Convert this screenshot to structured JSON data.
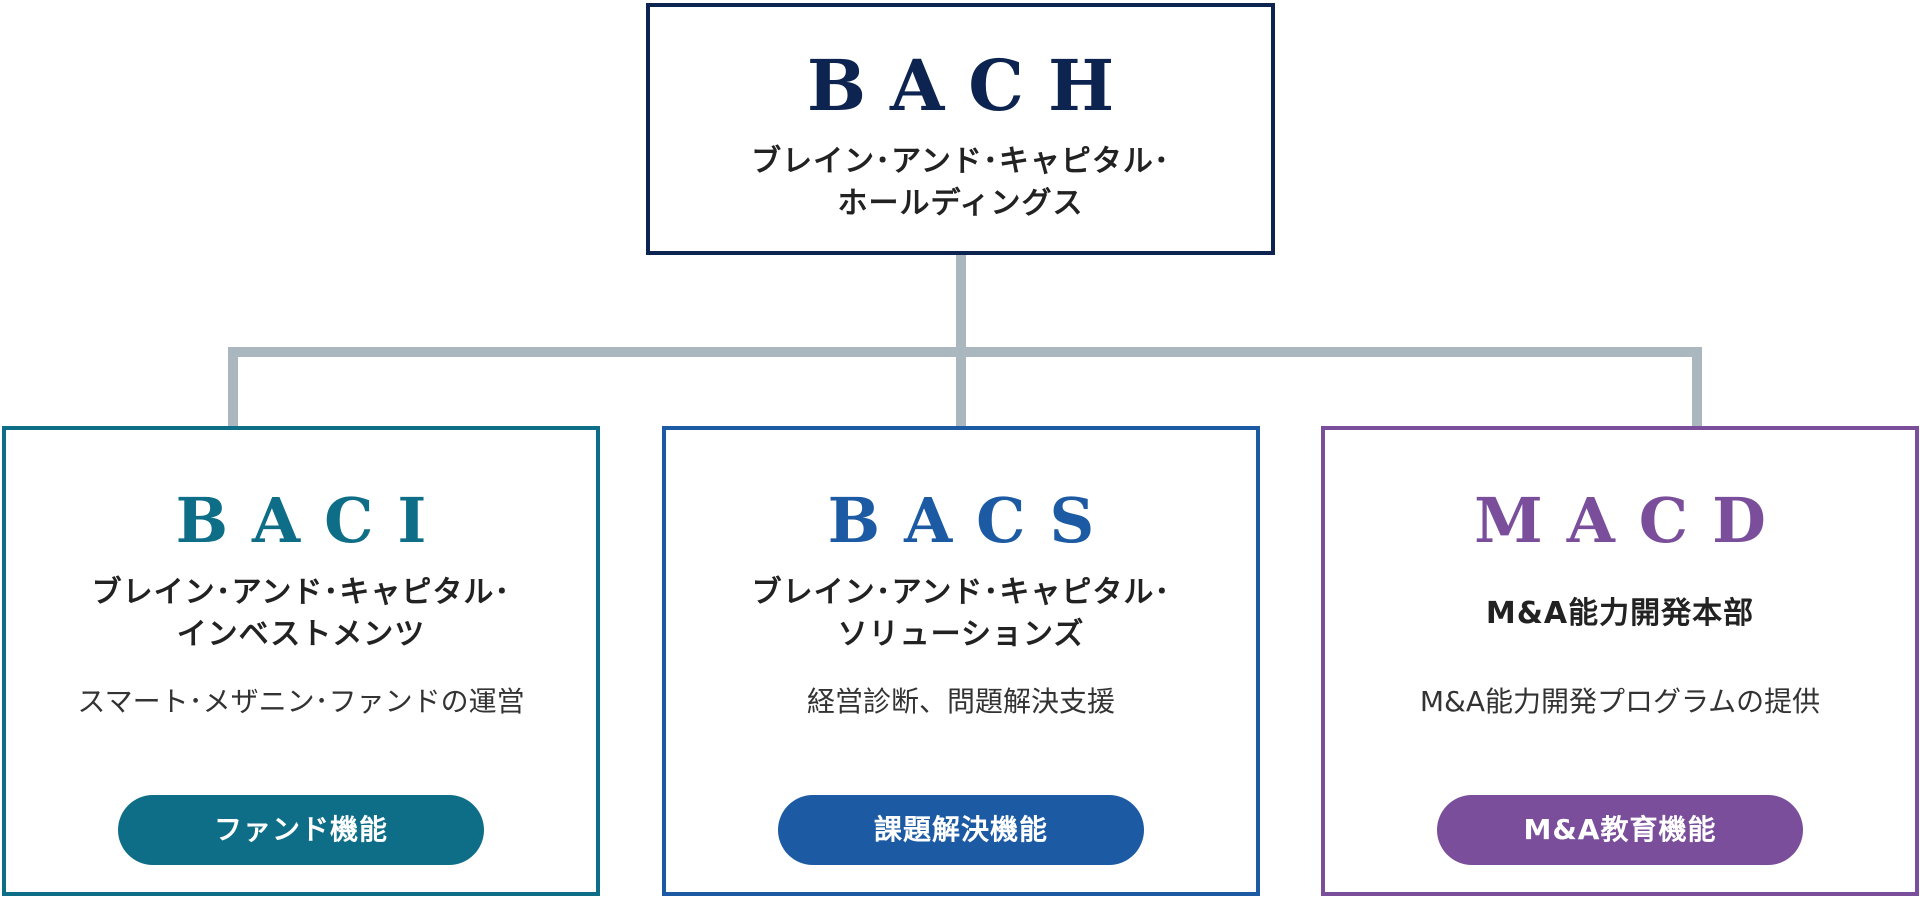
{
  "parent": {
    "logo": "BACH",
    "name_line1": "ブレイン･アンド･キャピタル･",
    "name_line2": "ホールディングス"
  },
  "children": [
    {
      "logo": "BACI",
      "name_line1": "ブレイン･アンド･キャピタル･",
      "name_line2": "インベストメンツ",
      "description": "スマート･メザニン･ファンドの運営",
      "function_label": "ファンド機能",
      "color": "#0e6e87"
    },
    {
      "logo": "BACS",
      "name_line1": "ブレイン･アンド･キャピタル･",
      "name_line2": "ソリューションズ",
      "description": "経営診断、問題解決支援",
      "function_label": "課題解決機能",
      "color": "#1c5aa3"
    },
    {
      "logo": "MACD",
      "name_line1": "M&A能力開発本部",
      "name_line2": "",
      "description": "M&A能力開発プログラムの提供",
      "function_label": "M&A教育機能",
      "color": "#7a4e9b"
    }
  ],
  "colors": {
    "parent_border": "#0d2451",
    "connector": "#aab7bf"
  }
}
